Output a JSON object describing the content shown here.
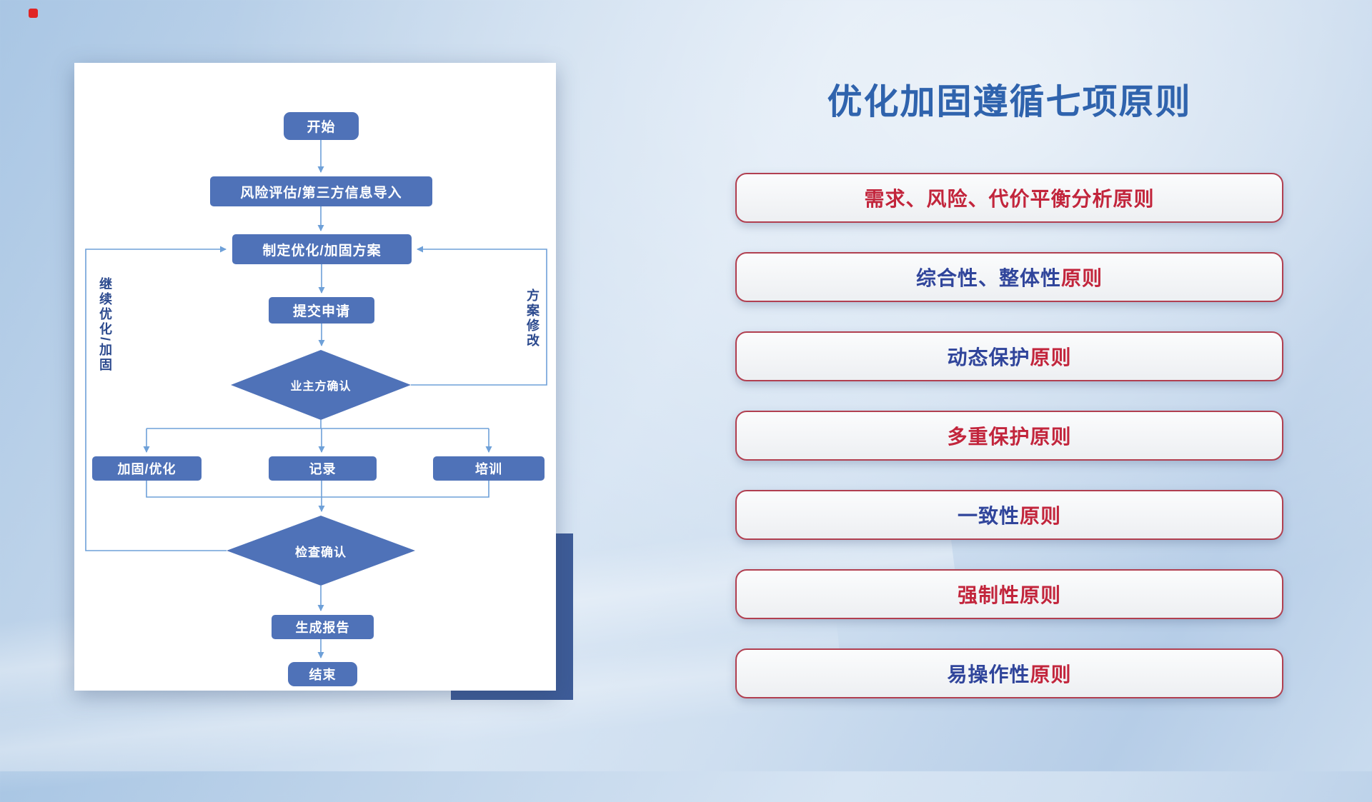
{
  "slide": {
    "title": "优化加固遵循七项原则"
  },
  "flowchart": {
    "nodes": {
      "start": "开始",
      "risk_import": "风险评估/第三方信息导入",
      "make_plan": "制定优化/加固方案",
      "submit": "提交申请",
      "owner_confirm": "业主方确认",
      "reinforce": "加固/优化",
      "record": "记录",
      "training": "培训",
      "check_confirm": "检查确认",
      "report": "生成报告",
      "end": "结束"
    },
    "loop_labels": {
      "left": "继续优化/加固",
      "right": "方案修改"
    }
  },
  "principles": [
    {
      "blue": "",
      "red": "需求、风险、代价平衡分析原则"
    },
    {
      "blue": "综合性、整体性",
      "red": "原则"
    },
    {
      "blue": "动态保护",
      "red": "原则"
    },
    {
      "blue": "",
      "red": "多重保护原则"
    },
    {
      "blue": "一致性",
      "red": "原则"
    },
    {
      "blue": "",
      "red": "强制性原则"
    },
    {
      "blue": "易操作性",
      "red": "原则"
    }
  ],
  "colors": {
    "node_fill": "#4f72b8",
    "connector": "#6ea0d8",
    "title": "#2f63ad",
    "principle_blue": "#30459b",
    "principle_red": "#c2253c",
    "card_border": "#b13f50",
    "accent_block": "#3e5c98"
  }
}
